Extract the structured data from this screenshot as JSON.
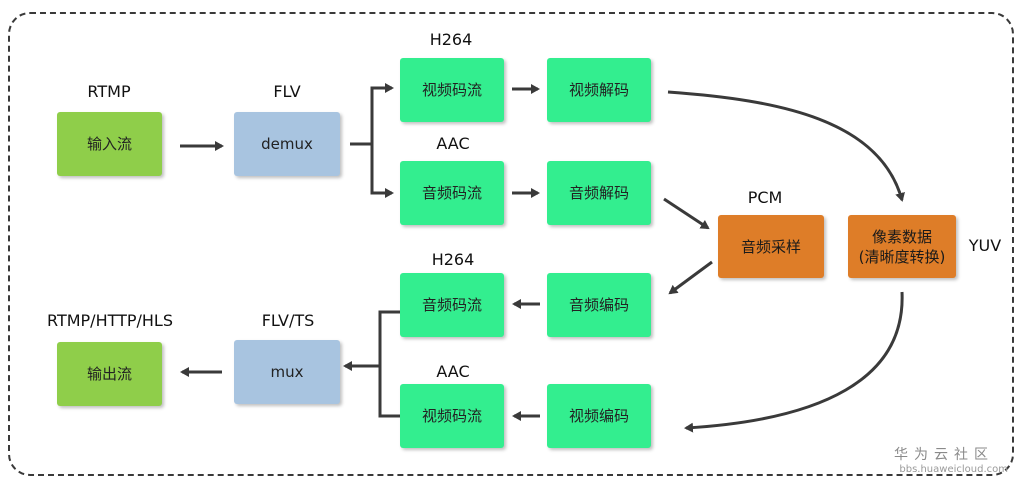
{
  "labels": {
    "rtmp_in": "RTMP",
    "flv_in": "FLV",
    "h264_top": "H264",
    "aac_top": "AAC",
    "pcm": "PCM",
    "yuv": "YUV",
    "h264_bottom": "H264",
    "aac_bottom": "AAC",
    "rtmp_out": "RTMP/HTTP/HLS",
    "flv_ts_out": "FLV/TS"
  },
  "boxes": {
    "input_stream": "输入流",
    "demux": "demux",
    "video_stream_top": "视频码流",
    "video_decode": "视频解码",
    "audio_stream_top": "音频码流",
    "audio_decode": "音频解码",
    "audio_sampling": "音频采样",
    "pixel_data_line1": "像素数据",
    "pixel_data_line2": "(清晰度转换)",
    "audio_stream_bottom": "音频码流",
    "audio_encode": "音频编码",
    "video_stream_bottom": "视频码流",
    "video_encode": "视频编码",
    "mux": "mux",
    "output_stream": "输出流"
  },
  "watermark": {
    "title": "华为云社区",
    "url": "bbs.huaweicloud.com"
  },
  "colors": {
    "io_box": "#8fce4a",
    "container_box": "#a8c4e0",
    "stream_box": "#33ee8f",
    "process_box": "#de7d28",
    "arrow": "#3a3a3a"
  }
}
